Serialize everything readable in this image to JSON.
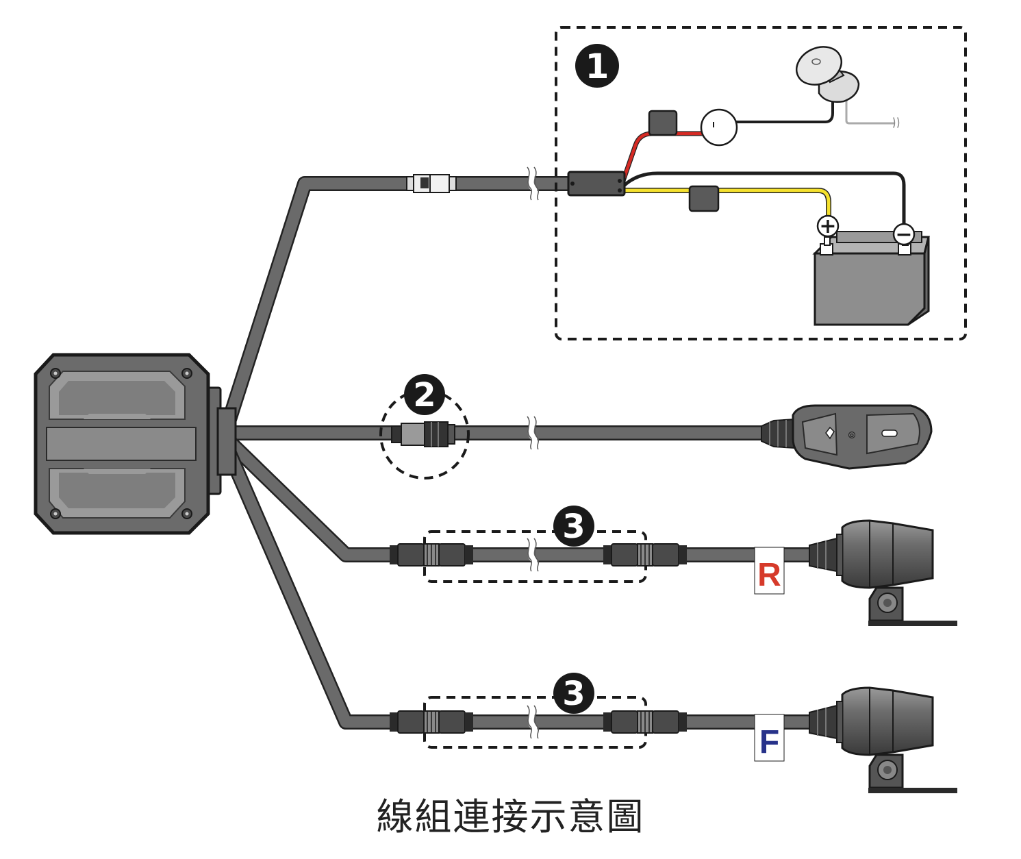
{
  "markers": {
    "m1": "1",
    "m2": "2",
    "m3a": "3",
    "m3b": "3"
  },
  "polarity": {
    "positive": "+",
    "negative": "−"
  },
  "camera_tags": {
    "rear": "R",
    "front": "F"
  },
  "caption": "線組連接示意圖",
  "colors": {
    "cable": "#6a6a6a",
    "wire_red": "#d62a24",
    "wire_yellow": "#f5e12e",
    "wire_black": "#1e1e1e",
    "rear_tag": "#d63a2a",
    "front_tag": "#27328a"
  },
  "icons": {
    "main_unit": "dvr-main-unit",
    "controller": "remote-controller",
    "camera": "bullet-camera",
    "battery": "battery",
    "switch": "ignition-switch",
    "fuse": "fuse",
    "relay": "power-box"
  }
}
